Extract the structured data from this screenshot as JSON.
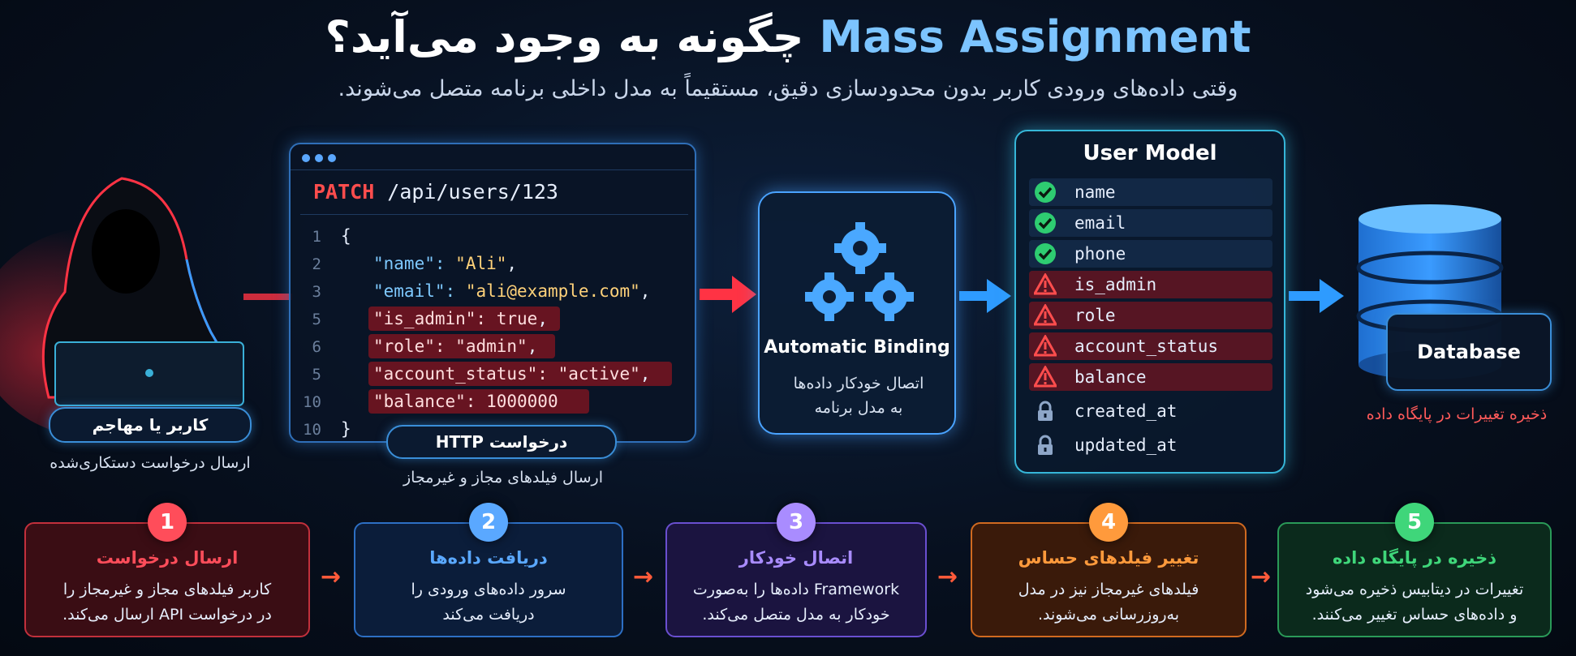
{
  "title": {
    "accent": "Mass Assignment",
    "rest": "چگونه به وجود می‌آید؟"
  },
  "subtitle": "وقتی داده‌های ورودی کاربر بدون محدودسازی دقیق، مستقیماً به مدل داخلی برنامه متصل می‌شوند.",
  "attacker": {
    "label": "کاربر یا مهاجم",
    "desc": "ارسال درخواست دستکاری‌شده"
  },
  "request": {
    "method": "PATCH",
    "path": "/api/users/123",
    "label": "درخواست HTTP",
    "desc": "ارسال فیلدهای مجاز و غیرمجاز",
    "lines": [
      {
        "no": "1",
        "text": "{"
      },
      {
        "no": "2",
        "key": "\"name\":",
        "value": "\"Ali\"",
        "tail": ","
      },
      {
        "no": "3",
        "key": "\"email\":",
        "value": "\"ali@example.com\"",
        "tail": ","
      },
      {
        "no": "5",
        "key": "\"is_admin\":",
        "value": "true",
        "tail": ","
      },
      {
        "no": "6",
        "key": "\"role\":",
        "value": "\"admin\"",
        "tail": ","
      },
      {
        "no": "5",
        "key": "\"account_status\":",
        "value": "\"active\"",
        "tail": ","
      },
      {
        "no": "10",
        "key": "\"balance\":",
        "value": "1000000",
        "tail": ""
      },
      {
        "no": "10",
        "text": "}"
      },
      {
        "no": "10",
        "text": ""
      }
    ]
  },
  "binding": {
    "title": "Automatic Binding",
    "desc_line1": "اتصال خودکار داده‌ها",
    "desc_line2": "به مدل برنامه"
  },
  "model": {
    "title": "User Model",
    "fields": [
      {
        "name": "name",
        "status": "allowed"
      },
      {
        "name": "email",
        "status": "allowed"
      },
      {
        "name": "phone",
        "status": "allowed"
      },
      {
        "name": "is_admin",
        "status": "sensitive"
      },
      {
        "name": "role",
        "status": "sensitive"
      },
      {
        "name": "account_status",
        "status": "sensitive"
      },
      {
        "name": "balance",
        "status": "sensitive"
      },
      {
        "name": "created_at",
        "status": "locked"
      },
      {
        "name": "updated_at",
        "status": "locked"
      }
    ]
  },
  "database": {
    "label": "Database",
    "desc": "ذخیره تغییرات در پایگاه داده"
  },
  "steps": [
    {
      "num": "1",
      "title": "ارسال درخواست",
      "desc_line1": "کاربر فیلدهای مجاز و غیرمجاز را",
      "desc_line2": "در درخواست API ارسال می‌کند.",
      "color": "#ff4d5a",
      "bg": "#3a0d14",
      "border": "#c2303c"
    },
    {
      "num": "2",
      "title": "دریافت داده‌ها",
      "desc_line1": "سرور داده‌های ورودی را",
      "desc_line2": "دریافت می‌کند",
      "color": "#5aa8ff",
      "bg": "#0b1d3a",
      "border": "#2d6fc4"
    },
    {
      "num": "3",
      "title": "اتصال خودکار",
      "desc_line1": "Framework داده‌ها را به‌صورت",
      "desc_line2": "خودکار به مدل متصل می‌کند.",
      "color": "#a98cff",
      "bg": "#1b1440",
      "border": "#6a4fd0"
    },
    {
      "num": "4",
      "title": "تغییر فیلدهای حساس",
      "desc_line1": "فیلدهای غیرمجاز نیز در مدل",
      "desc_line2": "به‌روزرسانی می‌شوند.",
      "color": "#ff9a3c",
      "bg": "#3a1a0a",
      "border": "#d06a20"
    },
    {
      "num": "5",
      "title": "ذخیره در پایگاه داده",
      "desc_line1": "تغییرات در دیتابیس ذخیره می‌شود",
      "desc_line2": "و داده‌های حساس تغییر می‌کنند.",
      "color": "#3fd67a",
      "bg": "#0b2a1c",
      "border": "#2a9a58"
    }
  ],
  "colors": {
    "danger": "#ff4d4d",
    "accent": "#7cc4ff",
    "ok": "#2ecc71"
  }
}
